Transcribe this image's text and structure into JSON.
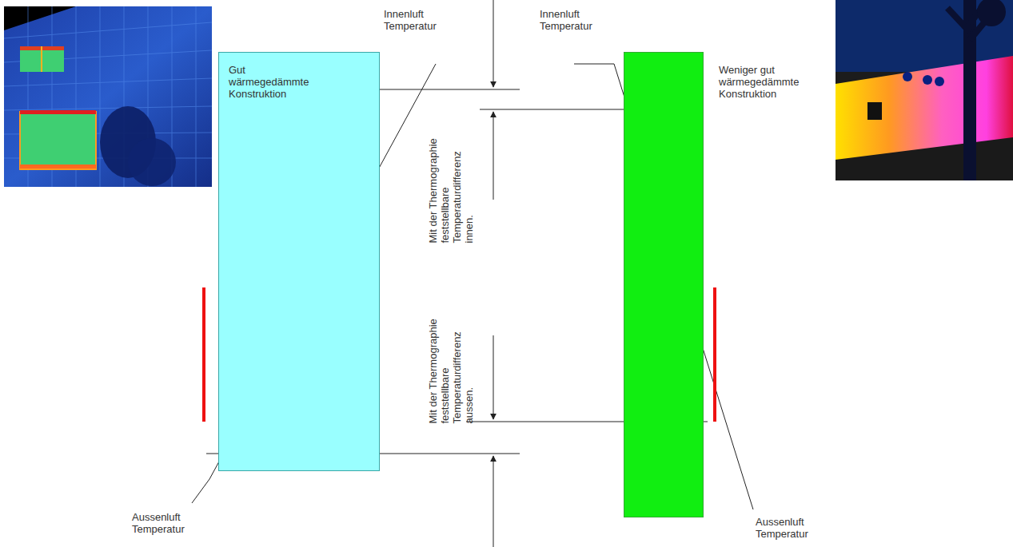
{
  "diagram": {
    "nodes": [
      {
        "text": [
          "Gut wärmegedämmte Konstruktion"
        ]
      },
      {
        "text": [
          "Weniger gut wärmegedämmte Konstruktion"
        ]
      }
    ],
    "labels": [
      "Innenluft Temperatur",
      "Innenluft Temperatur",
      "Mit der Thermographie feststellbare Temperaturdifferenz innen.",
      "Mit der Thermographie feststellbare Temperaturdifferenz aussen.",
      "Aussenluft Temperatur",
      "Aussenluft Temperatur"
    ]
  }
}
